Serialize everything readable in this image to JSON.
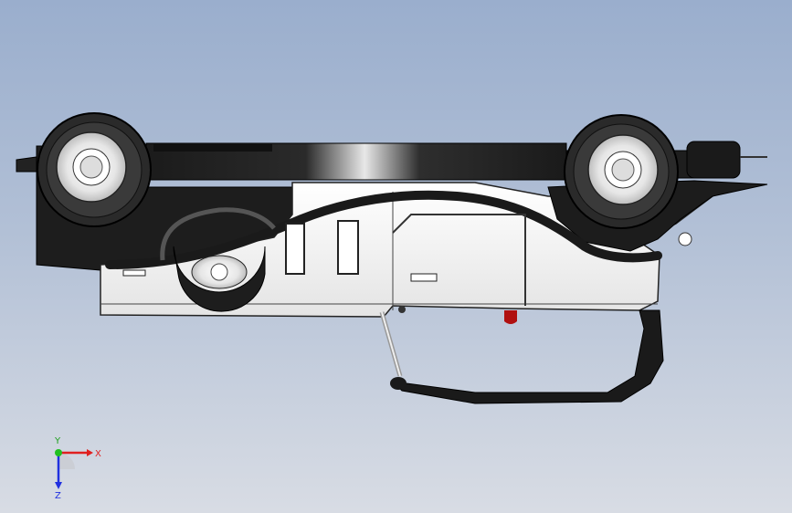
{
  "viewport": {
    "background_top": "#9aaecd",
    "background_bottom": "#d8dce4"
  },
  "model": {
    "body_color": "#ffffff",
    "dark_color": "#1a1a1a",
    "accent_color": "#b01010"
  },
  "triad": {
    "x_label": "X",
    "y_label": "Y",
    "z_label": "Z",
    "x_color": "#e02020",
    "y_color": "#20c020",
    "z_color": "#2030e0"
  }
}
